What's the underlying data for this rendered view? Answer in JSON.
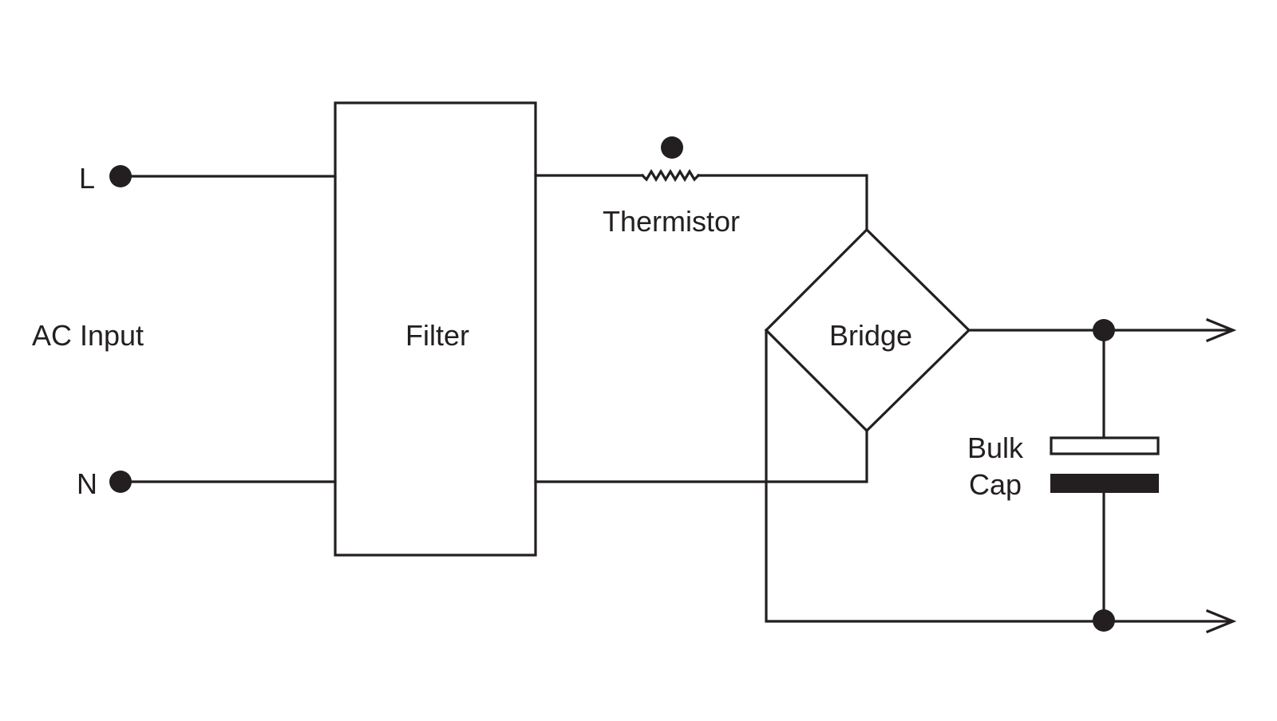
{
  "labels": {
    "line": "L",
    "neutral": "N",
    "ac_input": "AC Input",
    "filter": "Filter",
    "thermistor": "Thermistor",
    "bridge": "Bridge",
    "bulk_cap_line1": "Bulk",
    "bulk_cap_line2": "Cap"
  },
  "colors": {
    "ink": "#231f20",
    "background": "#ffffff"
  }
}
